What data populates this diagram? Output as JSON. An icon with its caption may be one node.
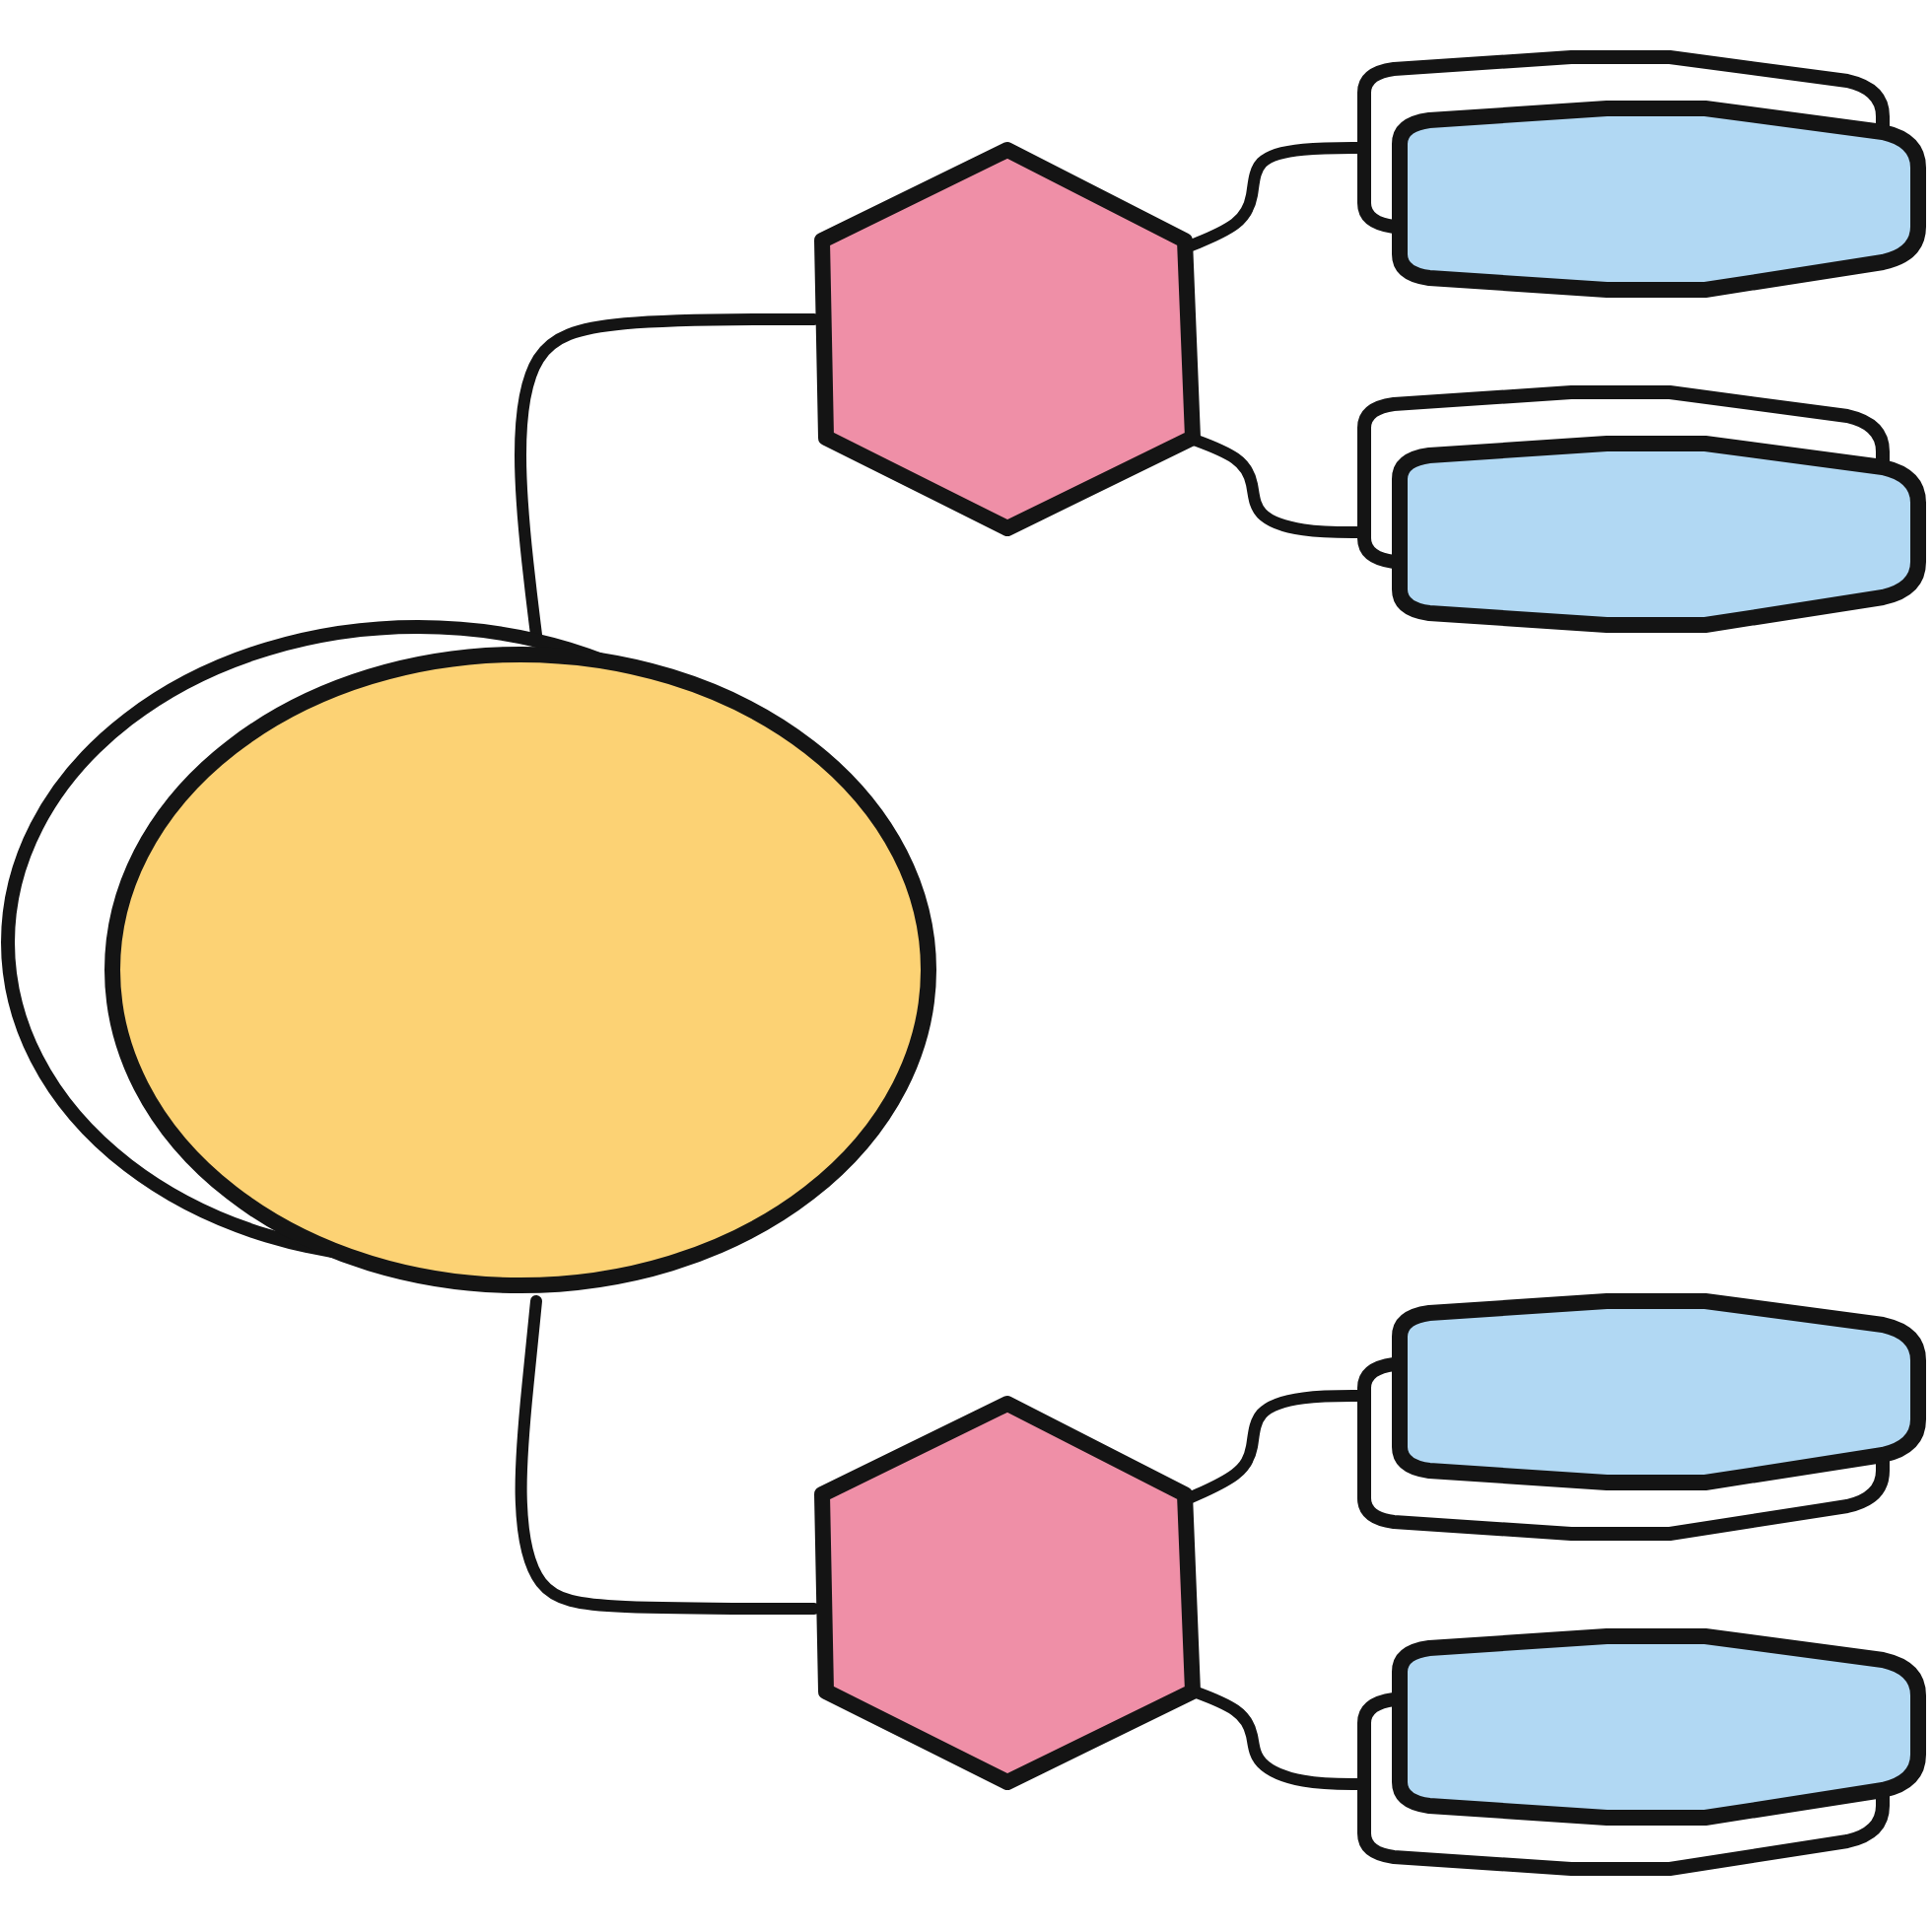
{
  "diagram": {
    "nodes": [
      {
        "text": [],
        "shape": "ellipse"
      },
      {
        "text": [],
        "shape": "hexagon"
      },
      {
        "text": [],
        "shape": "pill"
      },
      {
        "text": [],
        "shape": "pill"
      },
      {
        "text": [],
        "shape": "hexagon"
      },
      {
        "text": [],
        "shape": "pill"
      },
      {
        "text": [],
        "shape": "pill"
      }
    ],
    "edges": [
      {
        "from": 0,
        "to": 1,
        "arrow": "none"
      },
      {
        "from": 0,
        "to": 4,
        "arrow": "none"
      },
      {
        "from": 1,
        "to": 2,
        "arrow": "none"
      },
      {
        "from": 1,
        "to": 3,
        "arrow": "none"
      },
      {
        "from": 4,
        "to": 5,
        "arrow": "none"
      },
      {
        "from": 4,
        "to": 6,
        "arrow": "none"
      }
    ]
  }
}
